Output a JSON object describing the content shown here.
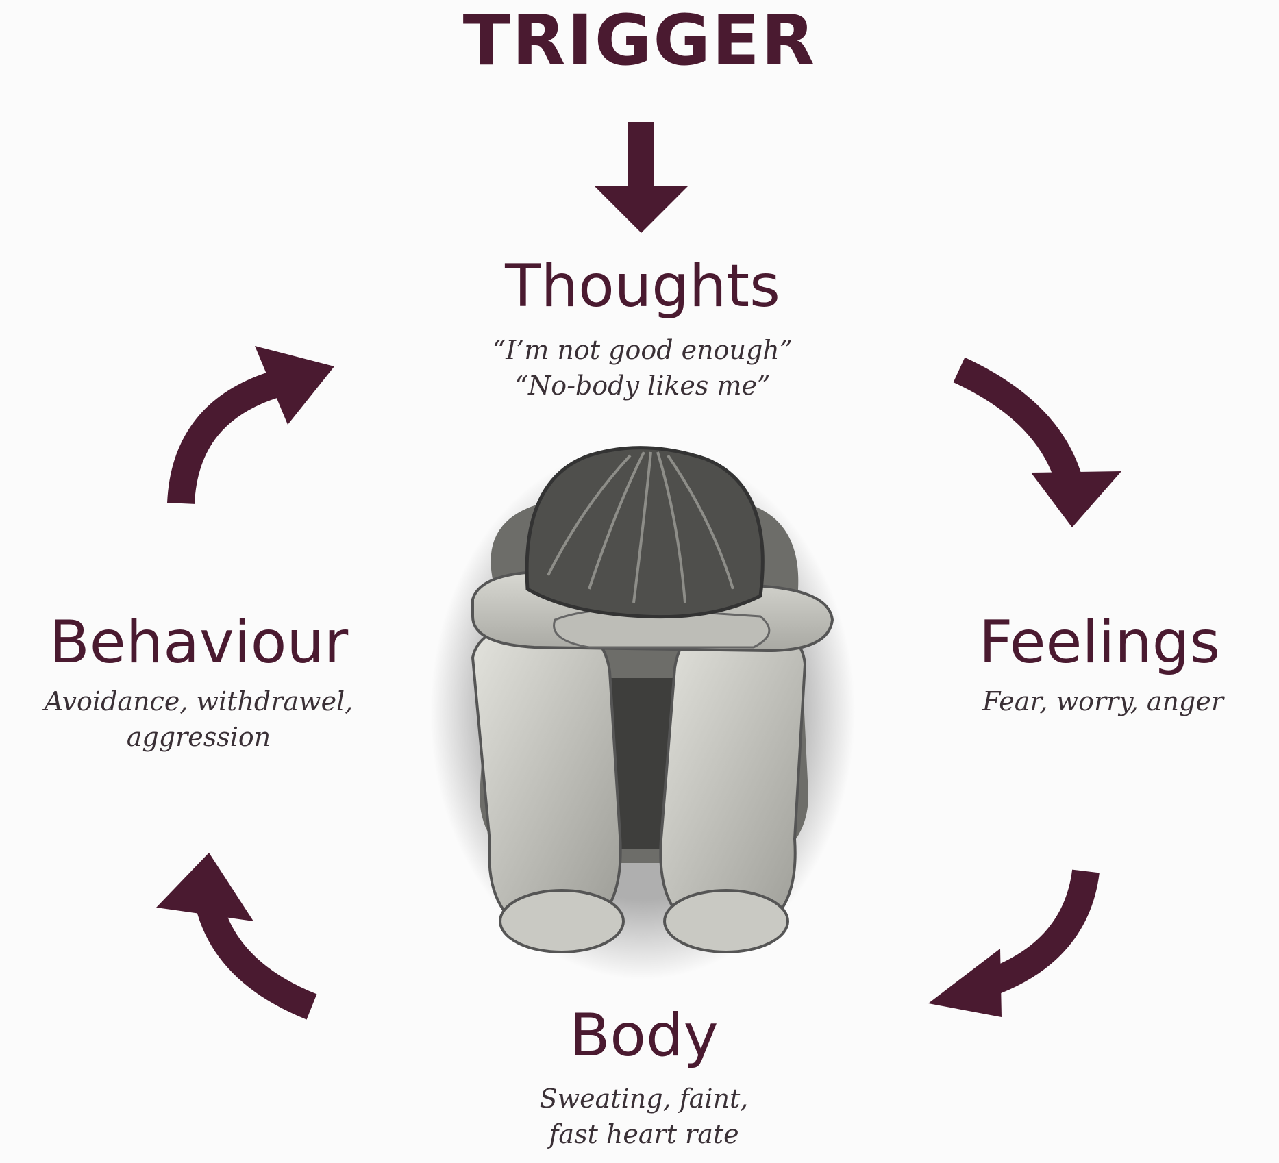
{
  "trigger": "TRIGGER",
  "nodes": {
    "thoughts": {
      "title": "Thoughts",
      "lines": [
        "“I’m not good enough”",
        "“No-body likes me”"
      ]
    },
    "feelings": {
      "title": "Feelings",
      "lines": [
        "Fear, worry, anger"
      ]
    },
    "body": {
      "title": "Body",
      "lines": [
        "Sweating, faint,",
        "fast heart rate"
      ]
    },
    "behaviour": {
      "title": "Behaviour",
      "lines": [
        "Avoidance, withdrawel,",
        "aggression"
      ]
    }
  },
  "colors": {
    "accent": "#4a1a30",
    "background": "#fbfbfb",
    "illustration": "#9c9c96"
  },
  "illustration": {
    "subject": "sad-child-hugging-knees"
  }
}
